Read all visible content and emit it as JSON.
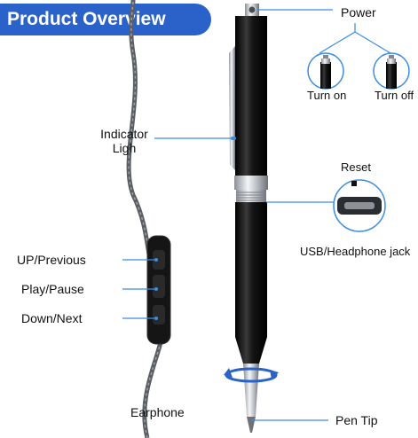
{
  "title": "Product Overview",
  "labels": {
    "power": "Power",
    "turn_on": "Turn on",
    "turn_off": "Turn off",
    "indicator": "Indicator Ligh",
    "reset": "Reset",
    "usb": "USB/Headphone jack",
    "up": "UP/Previous",
    "play": "Play/Pause",
    "down": "Down/Next",
    "earphone": "Earphone",
    "pen_tip": "Pen Tip"
  },
  "colors": {
    "banner": "#2a62c9",
    "callout": "#3b8de0",
    "pen_body": "#0d0d0d",
    "chrome": "#c9ccd1"
  }
}
